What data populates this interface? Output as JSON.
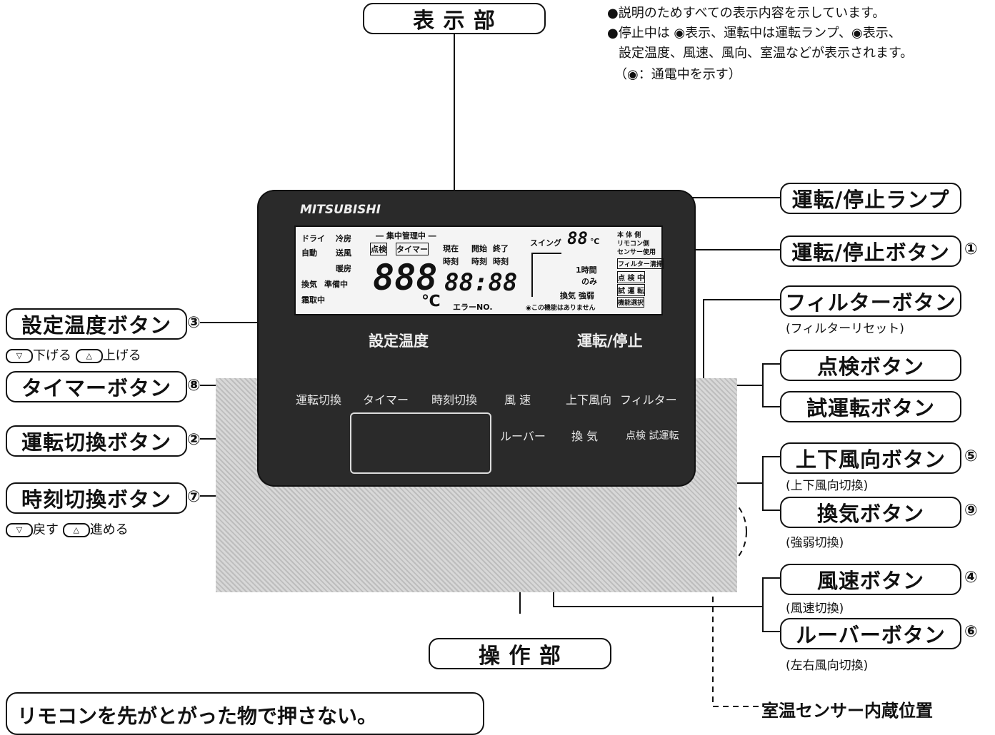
{
  "header": {
    "display_label": "表 示 部",
    "operation_label": "操 作 部"
  },
  "notes": [
    "●説明のためすべての表示内容を示しています。",
    "●停止中は ◉表示、運転中は運転ランプ、◉表示、",
    "設定温度、風速、風向、室温などが表示されます。",
    "（◉：通電中を示す）"
  ],
  "right_callouts": {
    "run_lamp": "運転/停止ランプ",
    "run_button": "運転/停止ボタン",
    "run_button_num": "①",
    "filter_button": "フィルターボタン",
    "filter_sub": "(フィルターリセット)",
    "check_button": "点検ボタン",
    "trial_button": "試運転ボタン",
    "updown_button": "上下風向ボタン",
    "updown_num": "⑤",
    "updown_sub": "(上下風向切換)",
    "vent_button": "換気ボタン",
    "vent_num": "⑨",
    "vent_sub": "(強弱切換)",
    "fan_button": "風速ボタン",
    "fan_num": "④",
    "fan_sub": "(風速切換)",
    "louver_button": "ルーバーボタン",
    "louver_num": "⑥",
    "louver_sub": "(左右風向切換)",
    "sensor_label": "室温センサー内蔵位置"
  },
  "left_callouts": {
    "temp_button": "設定温度ボタン",
    "temp_num": "③",
    "temp_down": "下げる",
    "temp_up": "上げる",
    "timer_button": "タイマーボタン",
    "timer_num": "⑧",
    "mode_button": "運転切換ボタン",
    "mode_num": "②",
    "clock_button": "時刻切換ボタン",
    "clock_num": "⑦",
    "clock_down": "戻す",
    "clock_up": "進める"
  },
  "warning": "リモコンを先がとがった物で押さない。",
  "remote": {
    "brand": "MITSUBISHI",
    "lcd": {
      "mode_dry": "ドライ",
      "mode_cool": "冷房",
      "mode_auto": "自動",
      "mode_fan": "送風",
      "mode_heat": "暖房",
      "vent": "換気",
      "prep": "準備中",
      "defrost": "霜取中",
      "central": "― 集中管理中 ―",
      "check_tag": "点検",
      "timer_tag": "タイマー",
      "now": "現在",
      "start": "開始",
      "end": "終了",
      "time": "時刻",
      "temp_digits": "888",
      "unit": "℃",
      "clock_digits": "88:88",
      "error": "エラーNO.",
      "swing": "スイング",
      "swing_digits": "88",
      "swing_unit": "℃",
      "one_hour": "1時間",
      "only": "のみ",
      "vent_strength": "換気 強弱",
      "no_function": "◉この機能はありません",
      "body_side": "本 体 側",
      "remote_side": "リモコン側",
      "sensor_use": "センサー使用",
      "filter_reset": "フィルター清掃",
      "checking": "点 検 中",
      "trial": "試 運 転",
      "func_select": "機能選択"
    },
    "buttons": {
      "temp": "設定温度",
      "onoff": "運転/停止",
      "mode": "運転切換",
      "timer": "タイマー",
      "clock": "時刻切換",
      "fan": "風 速",
      "updown": "上下風向",
      "filter": "フィルター",
      "louver": "ルーバー",
      "vent": "換 気",
      "check_trial": "点検 試運転"
    }
  },
  "triangle_down": "▽",
  "triangle_up": "△"
}
